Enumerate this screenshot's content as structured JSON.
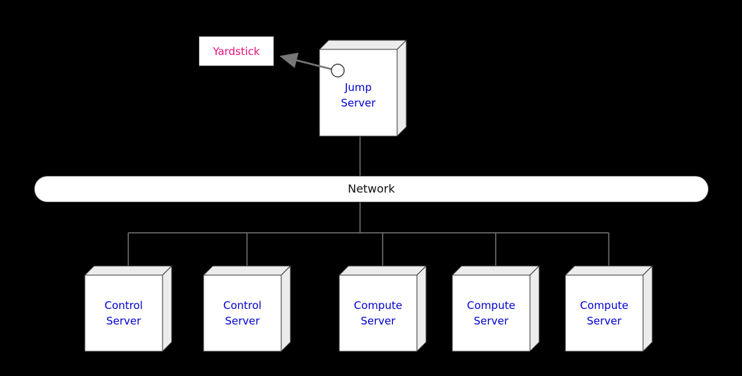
{
  "colors": {
    "background": "#000000",
    "node_fill": "#ffffff",
    "node_side_fill": "#ececec",
    "node_border": "#333333",
    "connector_line": "#777777",
    "server_text": "#0000d0",
    "yardstick_text": "#e6127e",
    "network_text": "#111111"
  },
  "nodes": {
    "yardstick": {
      "label": "Yardstick"
    },
    "jump_server": {
      "label": "Jump\nServer"
    },
    "network": {
      "label": "Network"
    },
    "servers": [
      {
        "label": "Control\nServer"
      },
      {
        "label": "Control\nServer"
      },
      {
        "label": "Compute\nServer"
      },
      {
        "label": "Compute\nServer"
      },
      {
        "label": "Compute\nServer"
      }
    ]
  },
  "icons": {
    "port_circle": "connection-port-circle",
    "arrow": "arrow-to-yardstick"
  }
}
